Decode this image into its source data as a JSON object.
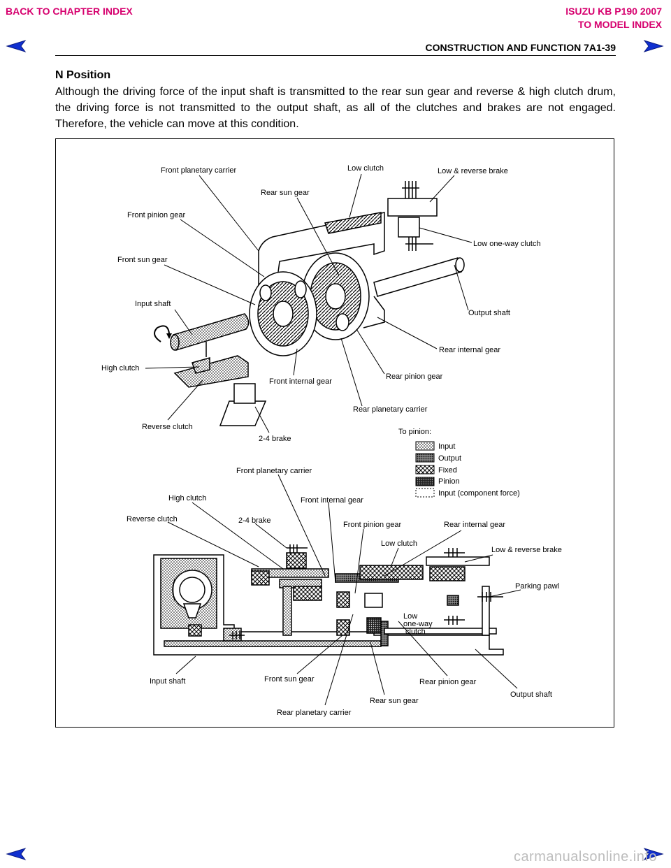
{
  "nav": {
    "back_to_chapter": "BACK TO CHAPTER INDEX",
    "book_title": "ISUZU KB P190 2007",
    "to_model_index": "TO MODEL INDEX",
    "link_color": "#d6006e",
    "arrow_color": "#1030d0"
  },
  "header": {
    "running_title": "CONSTRUCTION AND FUNCTION  7A1-39"
  },
  "section": {
    "title": "N Position",
    "body": "Although the driving force of the input shaft is transmitted to the rear sun gear and reverse & high clutch drum, the driving force is not transmitted to the output shaft, as all of the clutches and brakes are not engaged.  Therefore, the vehicle can move at this condition."
  },
  "figure": {
    "top_labels": {
      "front_planetary_carrier": "Front planetary carrier",
      "low_clutch": "Low clutch",
      "low_reverse_brake": "Low & reverse brake",
      "rear_sun_gear": "Rear sun gear",
      "front_pinion_gear": "Front pinion gear",
      "low_one_way_clutch": "Low one-way clutch",
      "front_sun_gear": "Front sun gear",
      "input_shaft": "Input shaft",
      "output_shaft": "Output shaft",
      "rear_internal_gear": "Rear internal gear",
      "high_clutch": "High clutch",
      "front_internal_gear": "Front internal gear",
      "rear_pinion_gear": "Rear pinion gear",
      "rear_planetary_carrier": "Rear planetary carrier",
      "reverse_clutch": "Reverse clutch",
      "brake_2_4": "2-4 brake"
    },
    "legend": {
      "title": "To pinion:",
      "items": [
        "Input",
        "Output",
        "Fixed",
        "Pinion",
        "Input (component force)"
      ]
    },
    "bottom_labels": {
      "front_planetary_carrier": "Front planetary carrier",
      "high_clutch": "High clutch",
      "front_internal_gear": "Front internal gear",
      "reverse_clutch": "Reverse clutch",
      "brake_2_4": "2-4 brake",
      "front_pinion_gear": "Front pinion gear",
      "rear_internal_gear": "Rear internal gear",
      "low_clutch": "Low clutch",
      "low_reverse_brake": "Low & reverse brake",
      "parking_pawl": "Parking pawl",
      "low": "Low",
      "one_way": "one-way",
      "clutch": "clutch",
      "input_shaft": "Input shaft",
      "front_sun_gear": "Front sun gear",
      "rear_pinion_gear": "Rear pinion gear",
      "rear_sun_gear": "Rear sun gear",
      "output_shaft": "Output shaft",
      "rear_planetary_carrier": "Rear planetary carrier"
    }
  },
  "watermark": "carmanualsonline.info"
}
